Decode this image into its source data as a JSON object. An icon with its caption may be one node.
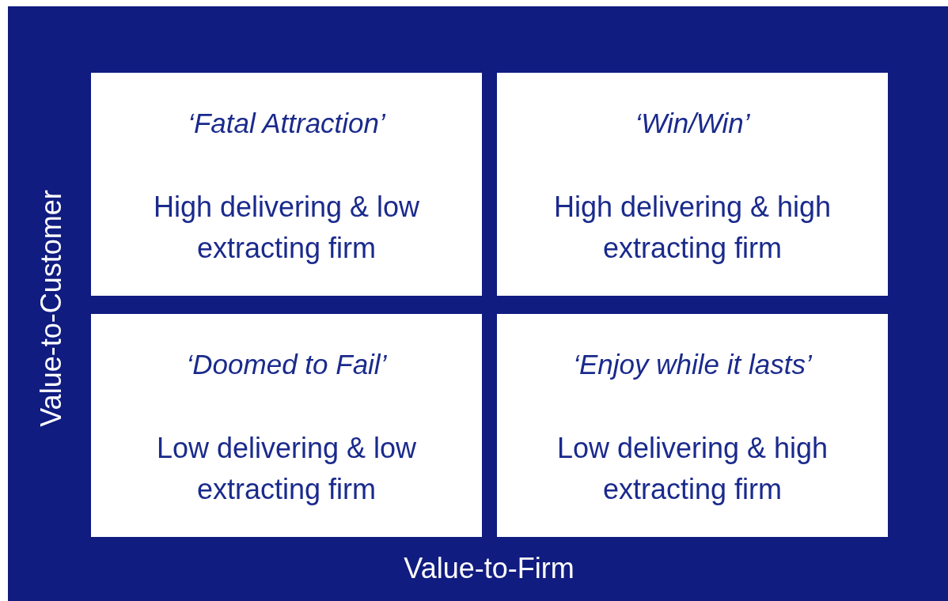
{
  "diagram": {
    "nodes": [
      {
        "text": [
          "‘Fatal Attraction’",
          "High delivering & low extracting firm"
        ]
      },
      {
        "text": [
          "‘Win/Win’",
          "High delivering & high extracting firm"
        ]
      },
      {
        "text": [
          "‘Doomed to Fail’",
          "Low delivering & low extracting firm"
        ]
      },
      {
        "text": [
          "‘Enjoy while it lasts’",
          "Low delivering & high extracting firm"
        ]
      }
    ],
    "labels": [
      "Value-to-Customer",
      "Value-to-Firm"
    ]
  }
}
